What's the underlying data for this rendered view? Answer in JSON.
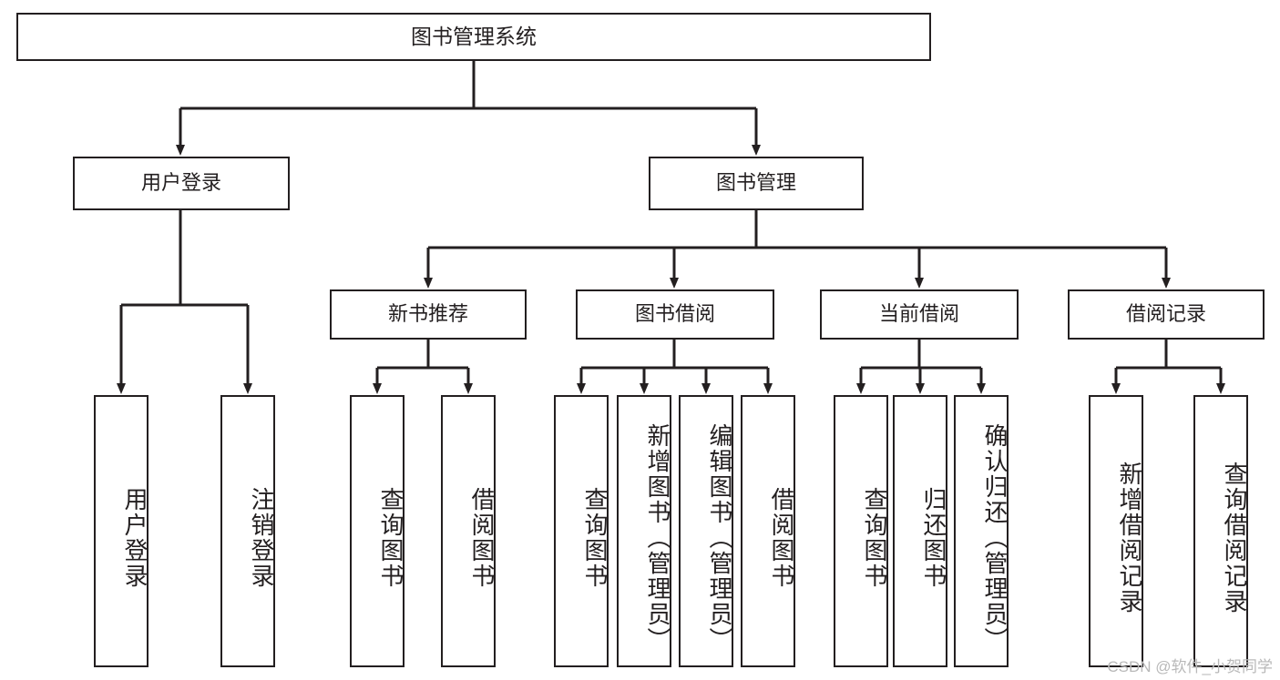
{
  "diagram": {
    "type": "tree-hierarchy-chart",
    "title": "图书管理系统",
    "line_color": "#231f20",
    "box_fill": "#ffffff",
    "watermark": "CSDN @软件_小贺同学",
    "nodes": {
      "root": {
        "label": "图书管理系统"
      },
      "level1": [
        {
          "id": "user-login",
          "label": "用户登录"
        },
        {
          "id": "book-manage",
          "label": "图书管理"
        }
      ],
      "level2": [
        {
          "id": "new-book-recommend",
          "label": "新书推荐"
        },
        {
          "id": "book-borrow",
          "label": "图书借阅"
        },
        {
          "id": "current-borrow",
          "label": "当前借阅"
        },
        {
          "id": "borrow-record",
          "label": "借阅记录"
        }
      ],
      "leaves": {
        "user_login": [
          {
            "id": "leaf-user-login",
            "label": "用户登录"
          },
          {
            "id": "leaf-logout",
            "label": "注销登录"
          }
        ],
        "new_book_recommend": [
          {
            "id": "leaf-query-book-1",
            "label": "查询图书"
          },
          {
            "id": "leaf-borrow-book-1",
            "label": "借阅图书"
          }
        ],
        "book_borrow": [
          {
            "id": "leaf-query-book-2",
            "label": "查询图书"
          },
          {
            "id": "leaf-add-book",
            "label": "新增图书（管理员）"
          },
          {
            "id": "leaf-edit-book",
            "label": "编辑图书（管理员）"
          },
          {
            "id": "leaf-borrow-book-2",
            "label": "借阅图书"
          }
        ],
        "current_borrow": [
          {
            "id": "leaf-query-book-3",
            "label": "查询图书"
          },
          {
            "id": "leaf-return-book",
            "label": "归还图书"
          },
          {
            "id": "leaf-confirm-return",
            "label": "确认归还（管理员）"
          }
        ],
        "borrow_record": [
          {
            "id": "leaf-add-record",
            "label": "新增借阅记录"
          },
          {
            "id": "leaf-query-record",
            "label": "查询借阅记录"
          }
        ]
      }
    }
  }
}
